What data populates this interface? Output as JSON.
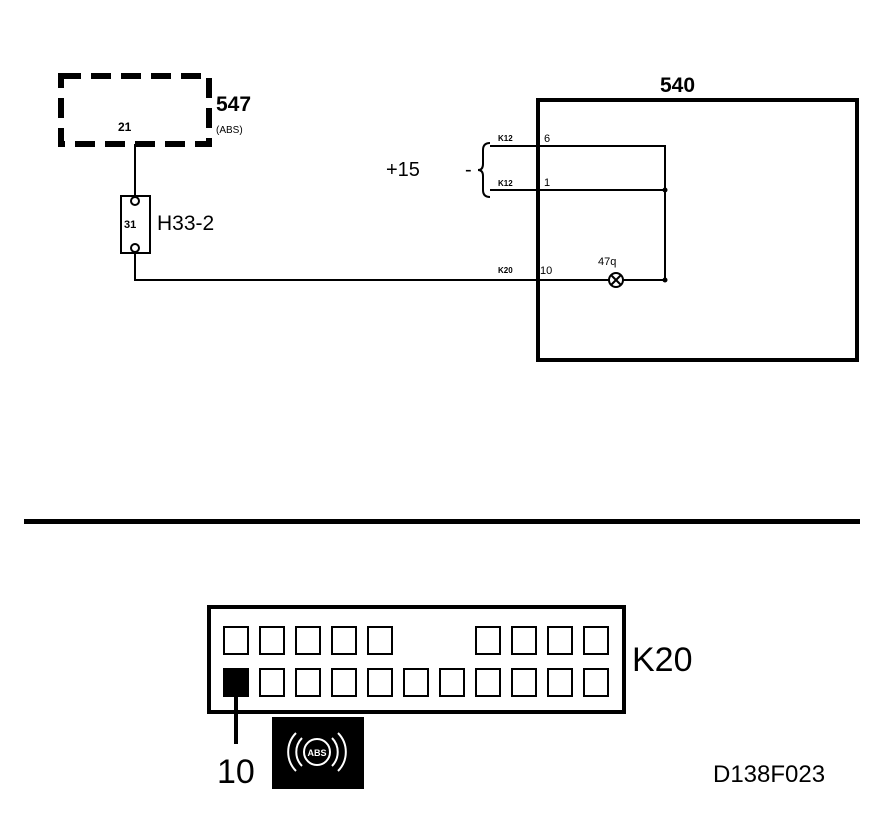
{
  "colors": {
    "ink": "#000000",
    "paper": "#ffffff",
    "icon_fg": "#ffffff"
  },
  "schematic": {
    "module_547": {
      "id": "547",
      "sub": "(ABS)",
      "pin": "21"
    },
    "connector_h33": {
      "id": "H33-2",
      "pin": "31"
    },
    "module_540": {
      "id": "540",
      "supply": "+15",
      "supply_dash": "-",
      "pins": [
        {
          "connector": "K12",
          "pin": "6"
        },
        {
          "connector": "K12",
          "pin": "1"
        },
        {
          "connector": "K20",
          "pin": "10"
        }
      ],
      "lamp": "47q"
    }
  },
  "connector_view": {
    "id": "K20",
    "pin_callout": "10",
    "icon": {
      "name": "abs-warning-icon",
      "text": "ABS"
    }
  },
  "figure_code": "D138F023"
}
